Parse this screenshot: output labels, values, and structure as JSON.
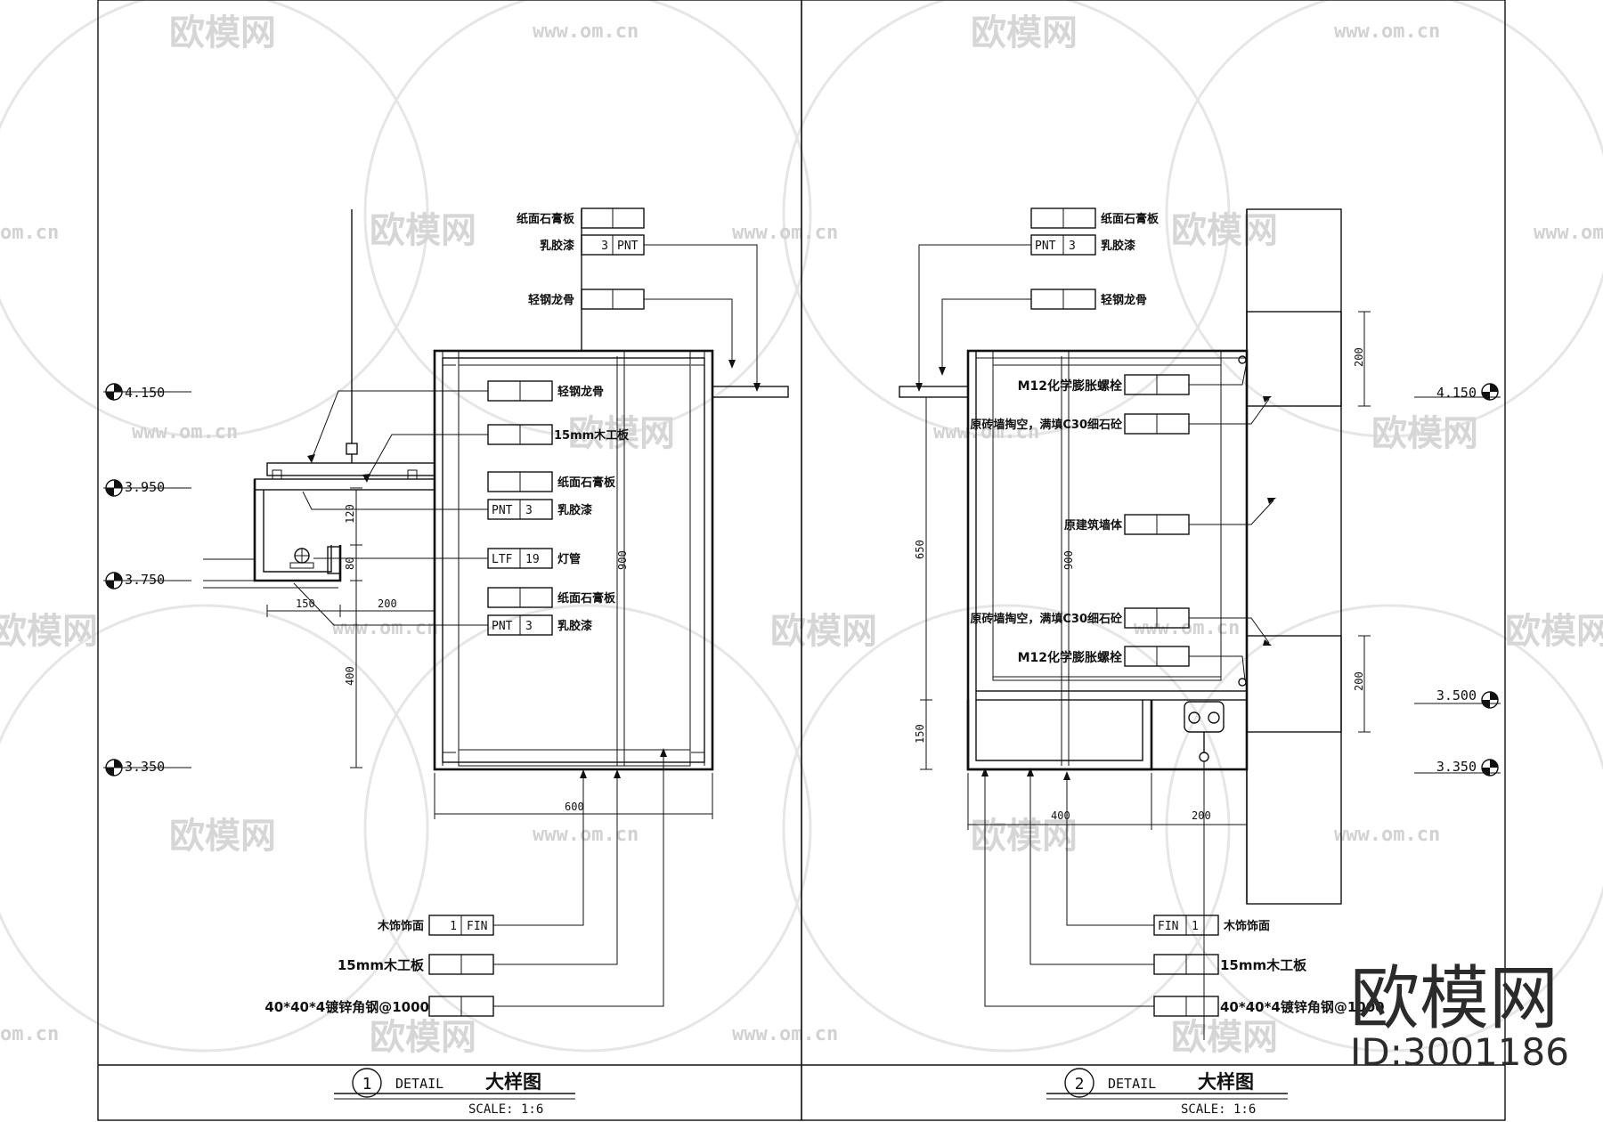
{
  "watermark": {
    "brand": "欧模网",
    "url": "www.om.cn",
    "url_short": "om.cn"
  },
  "brand_block": {
    "name": "欧模网",
    "id": "ID:3001186"
  },
  "left": {
    "levels": [
      "4.150",
      "3.950",
      "3.750",
      "3.350"
    ],
    "top_tags": [
      {
        "label": "纸面石膏板",
        "code": "",
        "num": ""
      },
      {
        "label": "乳胶漆",
        "code": "PNT",
        "num": "3"
      },
      {
        "label": "轻钢龙骨",
        "code": "",
        "num": ""
      }
    ],
    "inner_tags": [
      {
        "label": "轻钢龙骨",
        "code": "",
        "num": ""
      },
      {
        "label": "15mm木工板",
        "code": "",
        "num": ""
      },
      {
        "label": "纸面石膏板",
        "code": "",
        "num": ""
      },
      {
        "label": "乳胶漆",
        "code": "PNT",
        "num": "3"
      },
      {
        "label": "灯管",
        "code": "LTF",
        "num": "19"
      },
      {
        "label": "纸面石膏板",
        "code": "",
        "num": ""
      },
      {
        "label": "乳胶漆",
        "code": "PNT",
        "num": "3"
      }
    ],
    "bottom_tags": [
      {
        "label": "木饰饰面",
        "code": "FIN",
        "num": "1"
      },
      {
        "label": "15mm木工板",
        "code": "",
        "num": ""
      },
      {
        "label": "40*40*4镀锌角钢@1000",
        "code": "",
        "num": ""
      }
    ],
    "dims": {
      "d120": "120",
      "d80": "80",
      "d200": "200",
      "d150": "150",
      "d400": "400",
      "d900": "900",
      "d600": "600"
    },
    "title": {
      "num": "1",
      "detail": "DETAIL",
      "name": "大样图",
      "scale": "SCALE: 1:6"
    }
  },
  "right": {
    "levels": [
      "4.150",
      "3.500",
      "3.350"
    ],
    "top_tags": [
      {
        "label": "纸面石膏板",
        "code": "",
        "num": ""
      },
      {
        "label": "乳胶漆",
        "code": "PNT",
        "num": "3"
      },
      {
        "label": "轻钢龙骨",
        "code": "",
        "num": ""
      }
    ],
    "inner_tags": [
      {
        "label": "M12化学膨胀螺栓"
      },
      {
        "label": "原砖墙掏空，满填C30细石砼"
      },
      {
        "label": "原建筑墙体"
      },
      {
        "label": "原砖墙掏空，满填C30细石砼"
      },
      {
        "label": "M12化学膨胀螺栓"
      }
    ],
    "bottom_tags": [
      {
        "label": "木饰饰面",
        "code": "FIN",
        "num": "1"
      },
      {
        "label": "15mm木工板",
        "code": "",
        "num": ""
      },
      {
        "label": "40*40*4镀锌角钢@1000",
        "code": "",
        "num": ""
      }
    ],
    "dims": {
      "d650": "650",
      "d900": "900",
      "d150": "150",
      "d200a": "200",
      "d200b": "200",
      "d400": "400",
      "d200c": "200"
    },
    "title": {
      "num": "2",
      "detail": "DETAIL",
      "name": "大样图",
      "scale": "SCALE: 1:6"
    }
  }
}
